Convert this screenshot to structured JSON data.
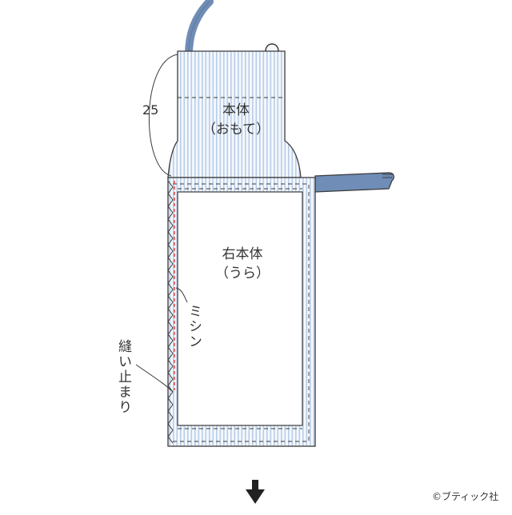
{
  "diagram": {
    "measure_label": "25",
    "top_panel": {
      "line1": "本体",
      "line2": "（おもて）"
    },
    "main_panel": {
      "line1": "右本体",
      "line2": "（うら）"
    },
    "stitch_label": "ミシン",
    "backstitch_label": "縫い止まり",
    "next_step_icon": "down-arrow-icon",
    "copyright": "©ブティック社"
  },
  "colors": {
    "fabric_stripe": "#b9cde6",
    "fabric_bg": "#f4f8fd",
    "strap": "#6f8db6",
    "outline": "#3a3a3a",
    "stitch_red": "#e0403a",
    "text": "#333333"
  }
}
